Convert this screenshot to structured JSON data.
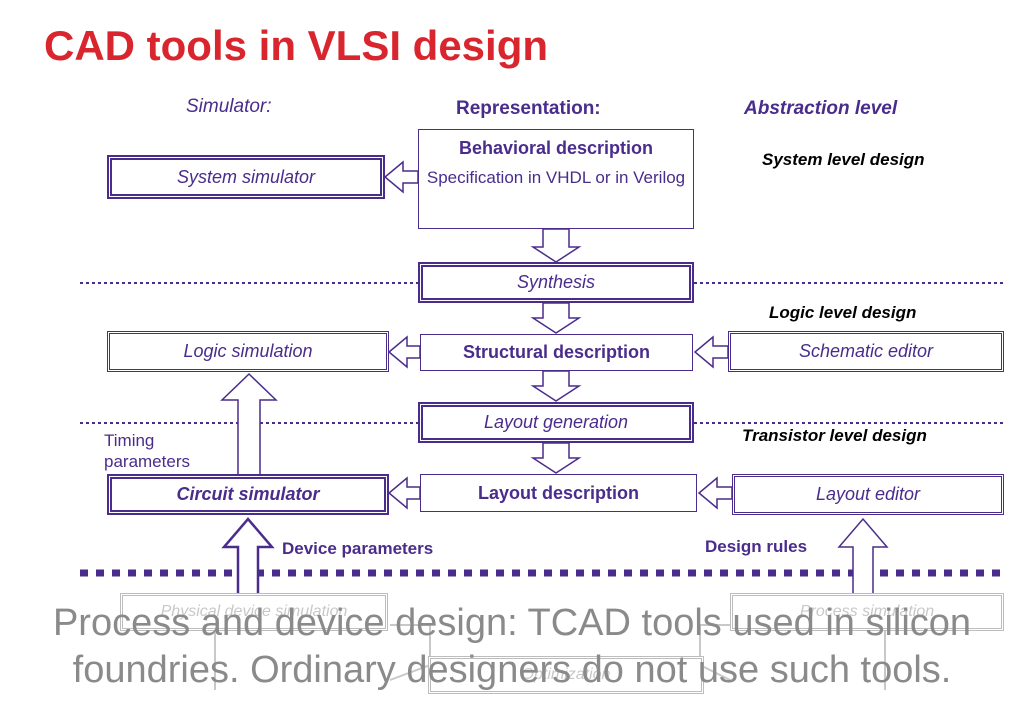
{
  "title": "CAD tools in VLSI design",
  "headers": {
    "simulator": "Simulator:",
    "representation": "Representation:",
    "abstraction": "Abstraction level"
  },
  "levels": {
    "system": "System level design",
    "logic": "Logic level design",
    "transistor": "Transistor level design"
  },
  "representation": {
    "behavioral_title": "Behavioral description",
    "behavioral_detail": "Specification in VHDL or  in Verilog",
    "synthesis": "Synthesis",
    "structural": "Structural description",
    "layout_generation": "Layout generation",
    "layout_description": "Layout description"
  },
  "simulators": {
    "system": "System simulator",
    "logic": "Logic simulation",
    "circuit": "Circuit simulator"
  },
  "editors": {
    "schematic": "Schematic editor",
    "layout": "Layout editor"
  },
  "labels": {
    "timing_parameters": "Timing parameters",
    "device_parameters": "Device parameters",
    "design_rules": "Design rules"
  },
  "faded_boxes": {
    "physical_device_simulation": "Physical device simulation",
    "process_simulation": "Process simulation",
    "optimization": "Optimization"
  },
  "overlay": {
    "line1": "Process and device design: TCAD tools used in silicon",
    "line2": "foundries. Ordinary designers do not use such tools."
  },
  "colors": {
    "title": "#d9262e",
    "diagram": "#4a2c8c",
    "faded": "#bdbdbd",
    "overlay_text": "#8a8a8a"
  }
}
